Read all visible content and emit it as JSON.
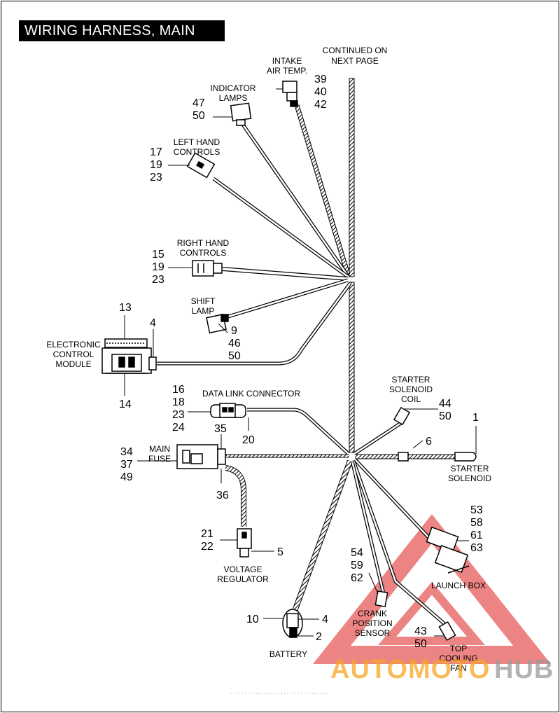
{
  "title": "WIRING HARNESS, MAIN",
  "labels": {
    "continued": [
      "CONTINUED ON",
      "NEXT PAGE"
    ],
    "intake": [
      "INTAKE",
      "AIR TEMP."
    ],
    "indicator": [
      "INDICATOR",
      "LAMPS"
    ],
    "left_hand": [
      "LEFT HAND",
      "CONTROLS"
    ],
    "right_hand": [
      "RIGHT HAND",
      "CONTROLS"
    ],
    "shift_lamp": [
      "SHIFT",
      "LAMP"
    ],
    "ecm": [
      "ELECTRONIC",
      "CONTROL",
      "MODULE"
    ],
    "dlc": "DATA LINK CONNECTOR",
    "main_fuse": [
      "MAIN",
      "FUSE"
    ],
    "starter_coil": [
      "STARTER",
      "SOLENOID",
      "COIL"
    ],
    "starter_solenoid": [
      "STARTER",
      "SOLENOID"
    ],
    "voltage_reg": [
      "VOLTAGE",
      "REGULATOR"
    ],
    "battery": "BATTERY",
    "crank": [
      "CRANK",
      "POSITION",
      "SENSOR"
    ],
    "launch": "LAUNCH BOX",
    "fan": [
      "TOP",
      "COOLING",
      "FAN"
    ]
  },
  "callouts": {
    "intake": [
      "39",
      "40",
      "42"
    ],
    "indicator": [
      "47",
      "50"
    ],
    "left_hand": [
      "17",
      "19",
      "23"
    ],
    "right_hand": [
      "15",
      "19",
      "23"
    ],
    "ecm_top": "13",
    "ecm_right": "4",
    "ecm_bottom": "14",
    "shift": [
      "9",
      "46",
      "50"
    ],
    "dlc_left": [
      "16",
      "18",
      "23",
      "24"
    ],
    "dlc_bottom": "20",
    "fuse_top": "35",
    "fuse_left": [
      "34",
      "37",
      "49"
    ],
    "fuse_bottom": "36",
    "coil": [
      "44",
      "50"
    ],
    "solenoid": "1",
    "wire_6": "6",
    "launch": [
      "53",
      "58",
      "61",
      "63"
    ],
    "vr_left": [
      "21",
      "22"
    ],
    "vr_right": "5",
    "crank": [
      "54",
      "59",
      "62"
    ],
    "battery_left": "10",
    "battery_right_top": "4",
    "battery_right_bottom": "2",
    "fan": [
      "43",
      "50"
    ]
  },
  "watermark": {
    "part1": "AUTOMOTO",
    "part2": "HUB",
    "color_orange": "#f6a623",
    "color_gray": "#9a9a9a",
    "color_red": "#e02020"
  }
}
